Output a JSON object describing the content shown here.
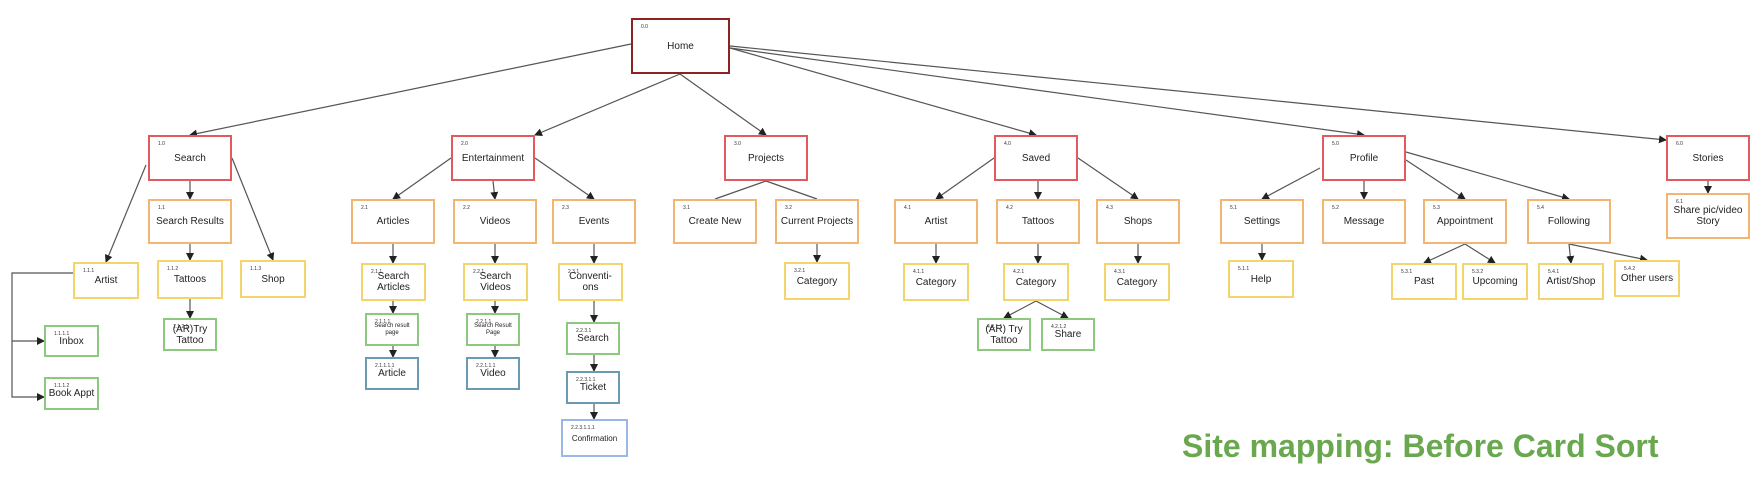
{
  "title": "Site mapping: Before Card Sort",
  "colors": {
    "root": "#8b2323",
    "level1": "#e05a5e",
    "level2": "#f4b472",
    "level3": "#f4d56b",
    "level4": "#8cc97e",
    "level5": "#6a9bb3",
    "level6": "#9ab7e8",
    "title": "#6aa84f"
  },
  "nodes": [
    {
      "id": "home",
      "num": "0.0",
      "label": "Home"
    },
    {
      "id": "search",
      "num": "1.0",
      "label": "Search"
    },
    {
      "id": "search-results",
      "num": "1.1",
      "label": "Search Results"
    },
    {
      "id": "search-artist",
      "num": "1.1.1",
      "label": "Artist"
    },
    {
      "id": "search-tattoos",
      "num": "1.1.2",
      "label": "Tattoos"
    },
    {
      "id": "search-shop",
      "num": "1.1.3",
      "label": "Shop"
    },
    {
      "id": "inbox",
      "num": "1.1.1.1",
      "label": "Inbox"
    },
    {
      "id": "book-appt",
      "num": "1.1.1.2",
      "label": "Book Appt"
    },
    {
      "id": "ar-try-tattoo",
      "num": "1.1.2.1",
      "label": "(AR)Try Tattoo"
    },
    {
      "id": "entertainment",
      "num": "2.0",
      "label": "Entertainment"
    },
    {
      "id": "articles",
      "num": "2.1",
      "label": "Articles"
    },
    {
      "id": "search-articles",
      "num": "2.1.1",
      "label": "Search Articles"
    },
    {
      "id": "article-results",
      "num": "2.1.1.1",
      "label": "Search result page"
    },
    {
      "id": "article",
      "num": "2.1.1.1.1",
      "label": "Article"
    },
    {
      "id": "videos",
      "num": "2.2",
      "label": "Videos"
    },
    {
      "id": "search-videos",
      "num": "2.2.1",
      "label": "Search Videos"
    },
    {
      "id": "video-results",
      "num": "2.2.1.1",
      "label": "Search Result Page"
    },
    {
      "id": "video",
      "num": "2.2.1.1.1",
      "label": "Video"
    },
    {
      "id": "events",
      "num": "2.3",
      "label": "Events"
    },
    {
      "id": "conventions",
      "num": "2.3.1",
      "label": "Conventi-ons"
    },
    {
      "id": "event-search",
      "num": "2.2.3.1",
      "label": "Search"
    },
    {
      "id": "ticket",
      "num": "2.2.3.1.1",
      "label": "Ticket"
    },
    {
      "id": "confirmation",
      "num": "2.2.3.1.1.1",
      "label": "Confirmation"
    },
    {
      "id": "projects",
      "num": "3.0",
      "label": "Projects"
    },
    {
      "id": "create-new",
      "num": "3.1",
      "label": "Create New"
    },
    {
      "id": "current-projects",
      "num": "3.2",
      "label": "Current Projects"
    },
    {
      "id": "project-category",
      "num": "3.2.1",
      "label": "Category"
    },
    {
      "id": "saved",
      "num": "4.0",
      "label": "Saved"
    },
    {
      "id": "saved-artist",
      "num": "4.1",
      "label": "Artist"
    },
    {
      "id": "saved-artist-category",
      "num": "4.1.1",
      "label": "Category"
    },
    {
      "id": "saved-tattoos",
      "num": "4.2",
      "label": "Tattoos"
    },
    {
      "id": "saved-tattoos-category",
      "num": "4.2.1",
      "label": "Category"
    },
    {
      "id": "saved-ar-try",
      "num": "4.2.1.1",
      "label": "(AR) Try Tattoo"
    },
    {
      "id": "saved-share",
      "num": "4.2.1.2",
      "label": "Share"
    },
    {
      "id": "saved-shops",
      "num": "4.3",
      "label": "Shops"
    },
    {
      "id": "saved-shops-category",
      "num": "4.3.1",
      "label": "Category"
    },
    {
      "id": "profile",
      "num": "5.0",
      "label": "Profile"
    },
    {
      "id": "settings",
      "num": "5.1",
      "label": "Settings"
    },
    {
      "id": "help",
      "num": "5.1.1",
      "label": "Help"
    },
    {
      "id": "message",
      "num": "5.2",
      "label": "Message"
    },
    {
      "id": "appointment",
      "num": "5.3",
      "label": "Appointment"
    },
    {
      "id": "past",
      "num": "5.3.1",
      "label": "Past"
    },
    {
      "id": "upcoming",
      "num": "5.3.2",
      "label": "Upcoming"
    },
    {
      "id": "following",
      "num": "5.4",
      "label": "Following"
    },
    {
      "id": "artist-shop",
      "num": "5.4.1",
      "label": "Artist/Shop"
    },
    {
      "id": "other-users",
      "num": "5.4.2",
      "label": "Other users"
    },
    {
      "id": "stories",
      "num": "6.0",
      "label": "Stories"
    },
    {
      "id": "share-pic-video",
      "num": "6.1",
      "label": "Share pic/video Story"
    }
  ]
}
